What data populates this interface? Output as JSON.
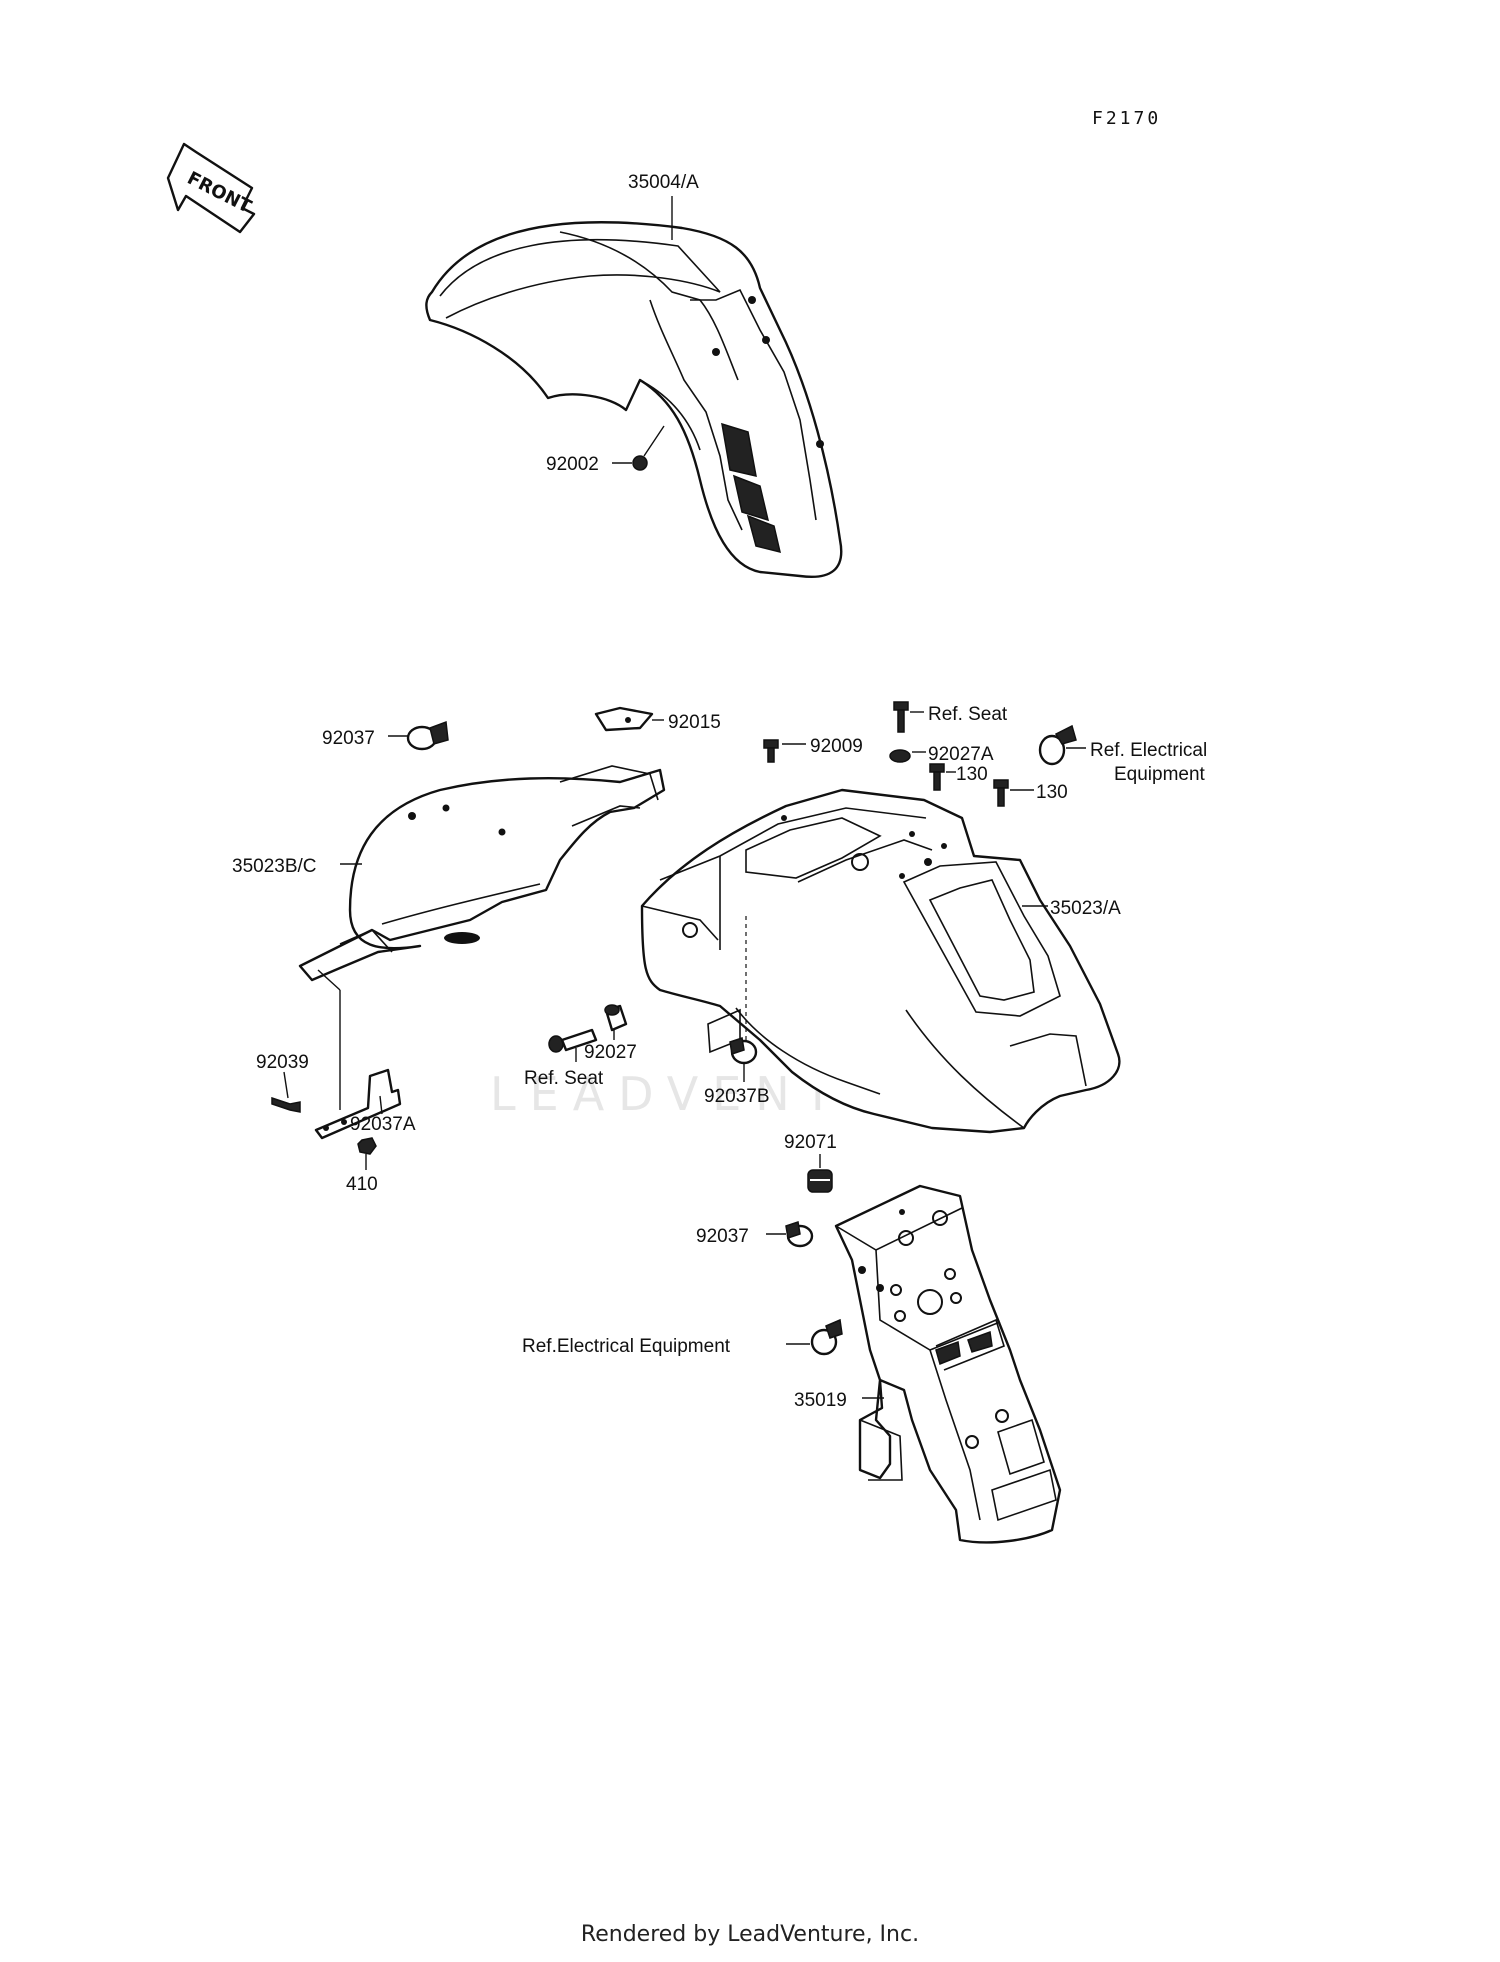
{
  "diagram_code": "F2170",
  "direction_arrow": {
    "text": "FRONT",
    "icon": "front-arrow-icon"
  },
  "watermark": "LEADVENTURE",
  "footer": "Rendered by LeadVenture, Inc.",
  "labels": {
    "front_fender": "35004/A",
    "screw_front": "92002",
    "clamp_top_left": "92037",
    "clip": "92015",
    "bolt_92009": "92009",
    "ref_seat_top": "Ref. Seat",
    "washer_92027A": "92027A",
    "ref_electrical_1": "Ref. Electrical",
    "ref_electrical_2": "Equipment",
    "bolt_130_a": "130",
    "bolt_130_b": "130",
    "inner_fender": "35023B/C",
    "rear_fender": "35023/A",
    "collar_92027": "92027",
    "ref_seat_mid": "Ref. Seat",
    "clamp_92037B": "92037B",
    "pin_92039": "92039",
    "clamp_92037A": "92037A",
    "nut_410": "410",
    "grommet_92071": "92071",
    "clamp_lower": "92037",
    "ref_electrical_lower": "Ref.Electrical Equipment",
    "flap_35019": "35019"
  }
}
